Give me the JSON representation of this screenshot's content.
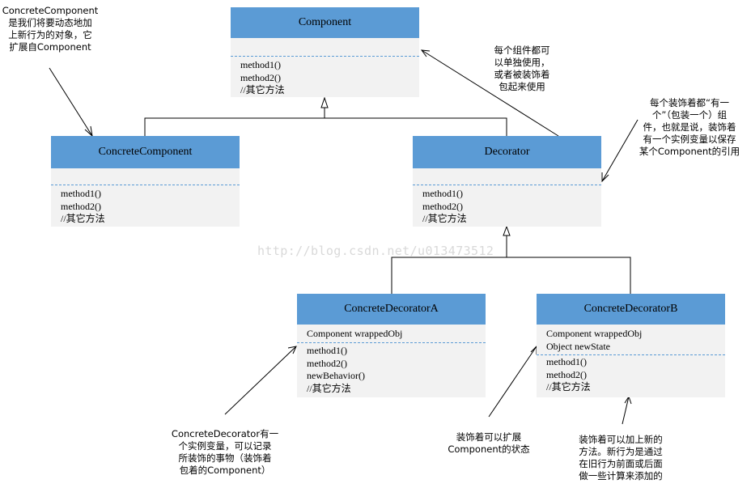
{
  "classes": {
    "component": {
      "name": "Component",
      "attrs": [],
      "ops": [
        "method1()",
        "method2()",
        "//其它方法"
      ]
    },
    "concrete_component": {
      "name": "ConcreteComponent",
      "attrs": [],
      "ops": [
        "method1()",
        "method2()",
        "//其它方法"
      ]
    },
    "decorator": {
      "name": "Decorator",
      "attrs": [],
      "ops": [
        "method1()",
        "method2()",
        "//其它方法"
      ]
    },
    "concrete_decorator_a": {
      "name": "ConcreteDecoratorA",
      "attrs": [
        "Component wrappedObj"
      ],
      "ops": [
        "method1()",
        "method2()",
        "newBehavior()",
        "//其它方法"
      ]
    },
    "concrete_decorator_b": {
      "name": "ConcreteDecoratorB",
      "attrs": [
        "Component wrappedObj",
        "Object newState"
      ],
      "ops": [
        "method1()",
        "method2()",
        "//其它方法"
      ]
    }
  },
  "notes": {
    "concrete_component_note": [
      "ConcreteComponent",
      "是我们将要动态地加",
      "上新行为的对象，它",
      "扩展自Component"
    ],
    "component_note": [
      "每个组件都可",
      "以单独使用，",
      "或者被装饰着",
      "包起来使用"
    ],
    "decorator_note": [
      "每个装饰着都“有一",
      "个”（包装一个）组",
      "件，也就是说，装饰着",
      "有一个实例变量以保存",
      "某个Component的引用"
    ],
    "decorator_a_note": [
      "ConcreteDecorator有一",
      "个实例变量，可以记录",
      "所装饰的事物（装饰着",
      "包着的Component）"
    ],
    "decorator_b_state_note": [
      "装饰着可以扩展",
      "Component的状态"
    ],
    "decorator_b_behavior_note": [
      "装饰着可以加上新的",
      "方法。新行为是通过",
      "在旧行为前面或后面",
      "做一些计算来添加的"
    ]
  },
  "watermark": "http://blog.csdn.net/u013473512",
  "colors": {
    "header": "#5b9bd5",
    "body": "#f2f2f2",
    "divider": "#5b9bd5",
    "line": "#000000",
    "watermark": "#d9d9d9"
  }
}
